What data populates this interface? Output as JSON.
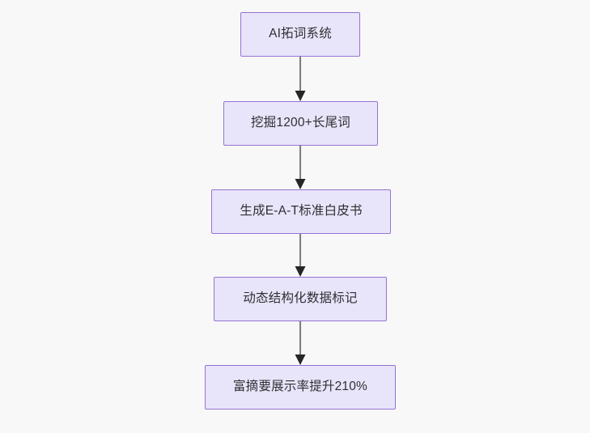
{
  "diagram": {
    "type": "flowchart",
    "direction": "top-to-bottom",
    "background_color": "#f8f8f8",
    "node_fill_color": "#e8e4f9",
    "node_border_color": "#9673d3",
    "node_text_color": "#2f2f33",
    "connector_color": "#7f7f7f",
    "arrowhead_color": "#262626",
    "nodes": [
      {
        "id": "node-0",
        "label": "AI拓词系统"
      },
      {
        "id": "node-1",
        "label": "挖掘1200+长尾词"
      },
      {
        "id": "node-2",
        "label": "生成E-A-T标准白皮书"
      },
      {
        "id": "node-3",
        "label": "动态结构化数据标记"
      },
      {
        "id": "node-4",
        "label": "富摘要展示率提升210%"
      }
    ],
    "edges": [
      {
        "from": "node-0",
        "to": "node-1",
        "label": ""
      },
      {
        "from": "node-1",
        "to": "node-2",
        "label": ""
      },
      {
        "from": "node-2",
        "to": "node-3",
        "label": ""
      },
      {
        "from": "node-3",
        "to": "node-4",
        "label": ""
      }
    ]
  }
}
